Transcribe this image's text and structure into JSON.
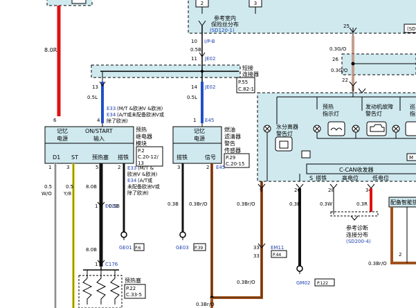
{
  "top_box": {
    "fuse_labels": [
      "2",
      "3"
    ],
    "fuse_ref_text": "参考室内",
    "fuse_ref_text2": "保险丝分布",
    "fuse_ref_code": "(SD120-1)",
    "pin_10": "10",
    "pin_11": "11",
    "pin_25": "25",
    "conn_ipb": "I/P-B",
    "conn_je02_top": "JE02"
  },
  "wires": {
    "w_top_left": "8.0R",
    "w_10": "0.5B",
    "w_11": "0.5L",
    "w_25": "0.3G/O",
    "w_26": "0.3G/O",
    "w_22": "0.3Br/O",
    "w_13": "0.5L",
    "w_14": "0.5L",
    "w_d1": "0.5",
    "w_d1b": "W/O",
    "w_st": "0.5",
    "w_stb": "Y/8",
    "w_pre": "8.0B",
    "w_pre2": "8.0B",
    "w_gnd1": "0.5B",
    "w_gnd2": "0.3B",
    "w_sig2": "0.3Br/O",
    "w_9": "0.3Br/O",
    "w_26b": "0.3B",
    "w_28": "0.3W",
    "w_34": "0.3R",
    "w_em11": "0.3Br/O",
    "w_bottom": "0.3Br/O",
    "w_right_bottom": "0.3Br/O"
  },
  "short_connector": {
    "title": "短接",
    "title2": "连接器",
    "ref1": "P.55",
    "ref2": "C.82-1",
    "pin_13": "13",
    "pin_14": "14",
    "conn_je02": "JE02",
    "conn_e45": "E45",
    "pin_22": "22"
  },
  "glow_relay": {
    "title": "预热",
    "title2": "继电器",
    "title3": "模块",
    "ref1": "P.2",
    "ref2": "C.20-12/",
    "ref3": "13",
    "mem_label": "记忆",
    "mem_label2": "电源",
    "onstart": "ON/START",
    "onstart2": "输入",
    "pin_d1": "D1",
    "pin_st": "ST",
    "pin_pre": "预热塞",
    "pin_gnd": "搭铁",
    "n6": "6",
    "n4": "4",
    "n1": "1",
    "n3": "3",
    "n5": "5",
    "n2": "2",
    "e33": "E33",
    "e33_note": "(M/T &欧洲V &欧洲)",
    "e34": "E34",
    "e34_note": "(A/T或未配备欧洲V或",
    "e34_note2": "除了欧洲)",
    "e33b": "E33",
    "e33b_note": "(M/T &",
    "e33b_note2": "欧洲V &欧洲)",
    "e34b": "E34",
    "e34b_note": "(A/T或",
    "e34b_note2": "未配备欧洲V或",
    "e34b_note3": "除了欧洲)",
    "ec01": "EC01",
    "ge01": "GE01",
    "ge01_ref": "P.6",
    "c176": "C176",
    "plug_title": "预热塞",
    "plug_ref1": "P.22",
    "plug_ref2": "C.33-5",
    "pin_1b": "1"
  },
  "fuel_sensor": {
    "title": "燃油",
    "title2": "滤清器",
    "title3": "警告",
    "title4": "传感器",
    "ref1": "P.29",
    "ref2": "C.20-15",
    "mem": "记忆",
    "mem2": "电源",
    "pin_gnd": "搭铁",
    "pin_sig": "信号",
    "n1": "1",
    "n3": "3",
    "n2": "2",
    "e45": "E45",
    "ge03": "GE03",
    "ge03_ref": "P.39"
  },
  "cluster": {
    "water_lamp": "水分离器",
    "water_lamp2": "警告灯",
    "glow_lamp": "预热",
    "glow_lamp2": "指示灯",
    "engine_lamp": "发动机故障",
    "engine_lamp2": "警告灯",
    "right_lamp": "巡",
    "right_lamp2": "指",
    "ccan": "C-CAN收发器",
    "s_gnd": "S_搭铁",
    "high": "高电位",
    "low": "低电位",
    "m_label": "M",
    "n9": "9",
    "n26": "26",
    "n28": "28",
    "n34": "34",
    "n2": "2",
    "can_ref": "参考诊断",
    "can_ref2": "连接分布",
    "can_ref3": "(SD200-4)",
    "smart_key": "配备智能钥",
    "em11": "EM11",
    "em11_ref": "P.44",
    "pin_33a": "33",
    "pin_33b": "33",
    "gm02": "GM02",
    "gm02_ref": "P.122"
  }
}
